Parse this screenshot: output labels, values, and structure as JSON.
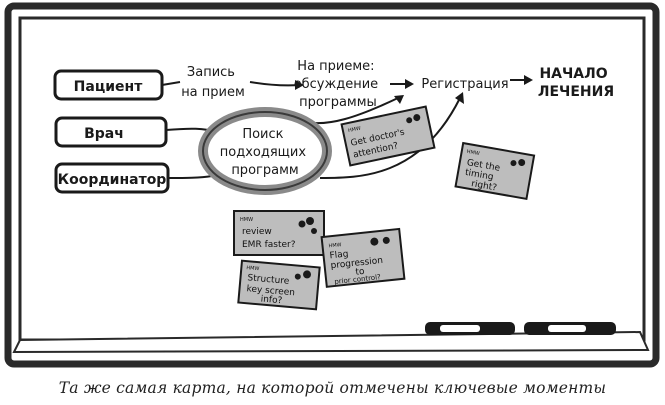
{
  "actors": {
    "patient": "Пациент",
    "doctor": "Врач",
    "coordinator": "Координатор"
  },
  "steps": {
    "step1": [
      "Запись",
      "на прием"
    ],
    "step2": [
      "На приеме:",
      "обсуждение",
      "программы"
    ],
    "step3": "Регистрация",
    "step4": [
      "НАЧАЛО",
      "ЛЕЧЕНИЯ"
    ]
  },
  "highlight": [
    "Поиск",
    "подходящих",
    "программ"
  ],
  "notes": [
    {
      "tag": "HMW",
      "lines": [
        "Get doctor's",
        "attention?"
      ]
    },
    {
      "tag": "HMW",
      "lines": [
        "Get the",
        "timing",
        "right?"
      ]
    },
    {
      "tag": "HMW",
      "lines": [
        "review",
        "EMR faster?"
      ]
    },
    {
      "tag": "HMW",
      "lines": [
        "Flag",
        "progression",
        "to",
        "prior control?"
      ]
    },
    {
      "tag": "HMW",
      "lines": [
        "Structure",
        "key screen",
        "info?"
      ]
    }
  ],
  "caption": "Та же самая карта, на которой отмечены ключевые моменты",
  "colors": {
    "frame": "#2a2a2a",
    "note": "#bdbdbd",
    "ink": "#1a1a1a"
  }
}
